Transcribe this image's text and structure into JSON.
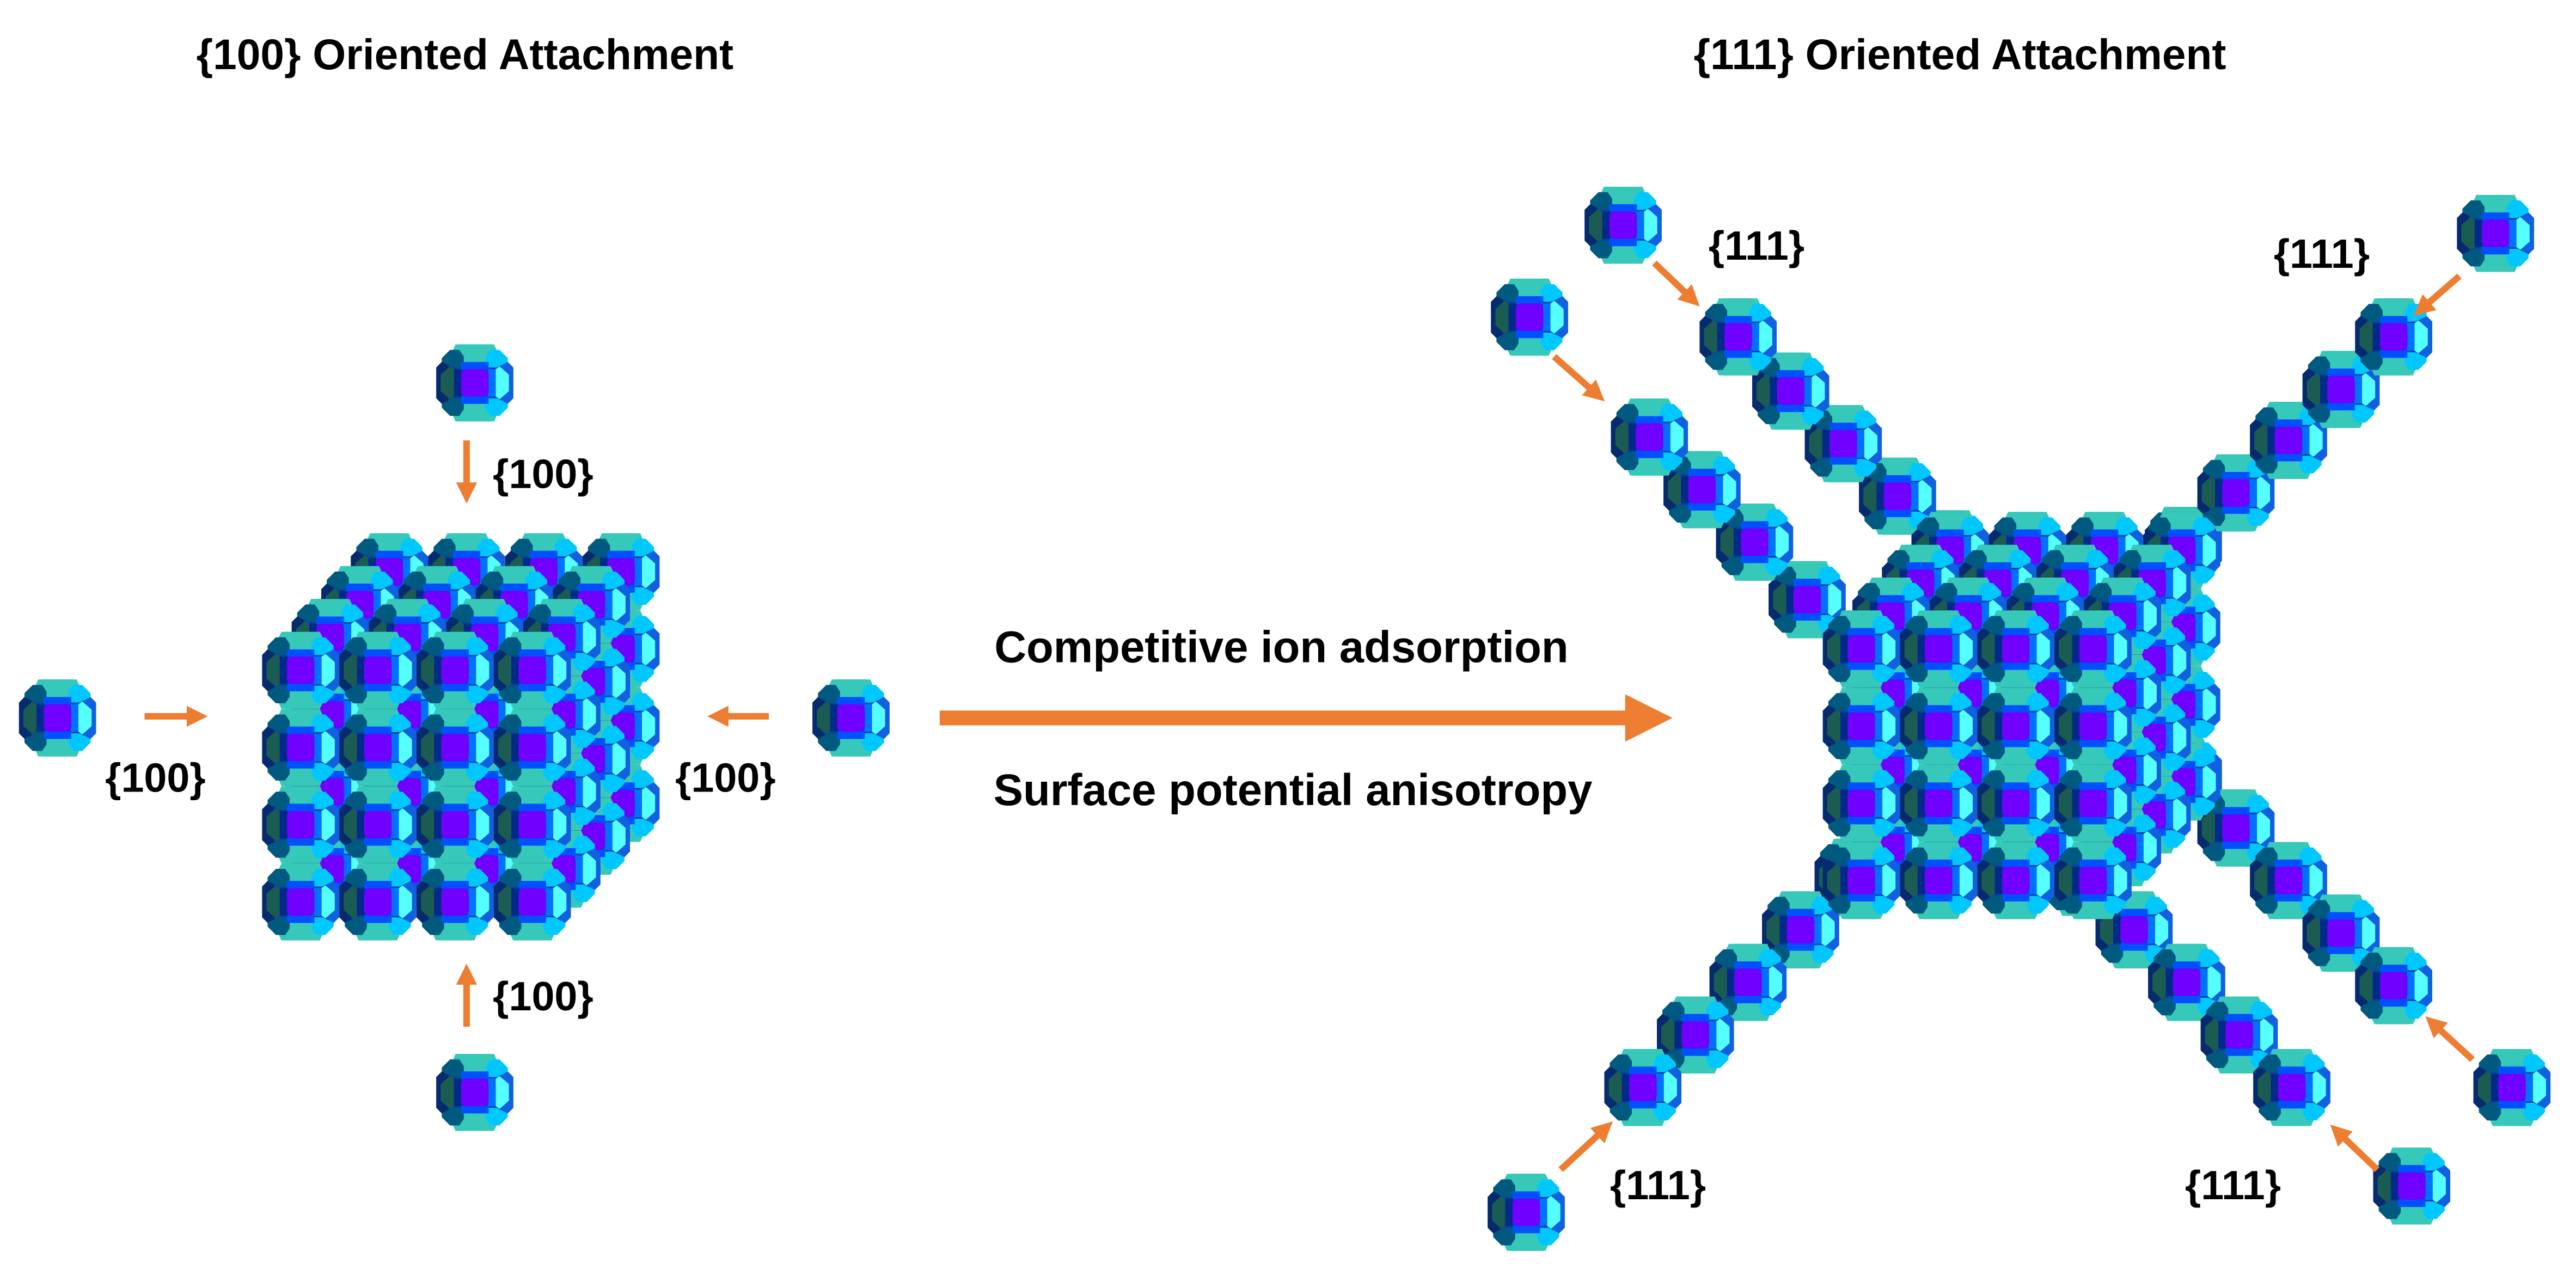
{
  "titles": {
    "left": "{100} Oriented Attachment",
    "right": "{111} Oriented Attachment"
  },
  "process": {
    "top_text": "Competitive ion adsorption",
    "bottom_text": "Surface potential anisotropy"
  },
  "labels": {
    "facet_100": "{100}",
    "facet_111": "{111}"
  },
  "colors": {
    "arrow": "#ED7D31",
    "particle_core": "#7000FF"
  },
  "icons": {
    "particle": "truncated-octahedron-nanoparticle-icon",
    "arrow": "orange-arrow-icon"
  }
}
